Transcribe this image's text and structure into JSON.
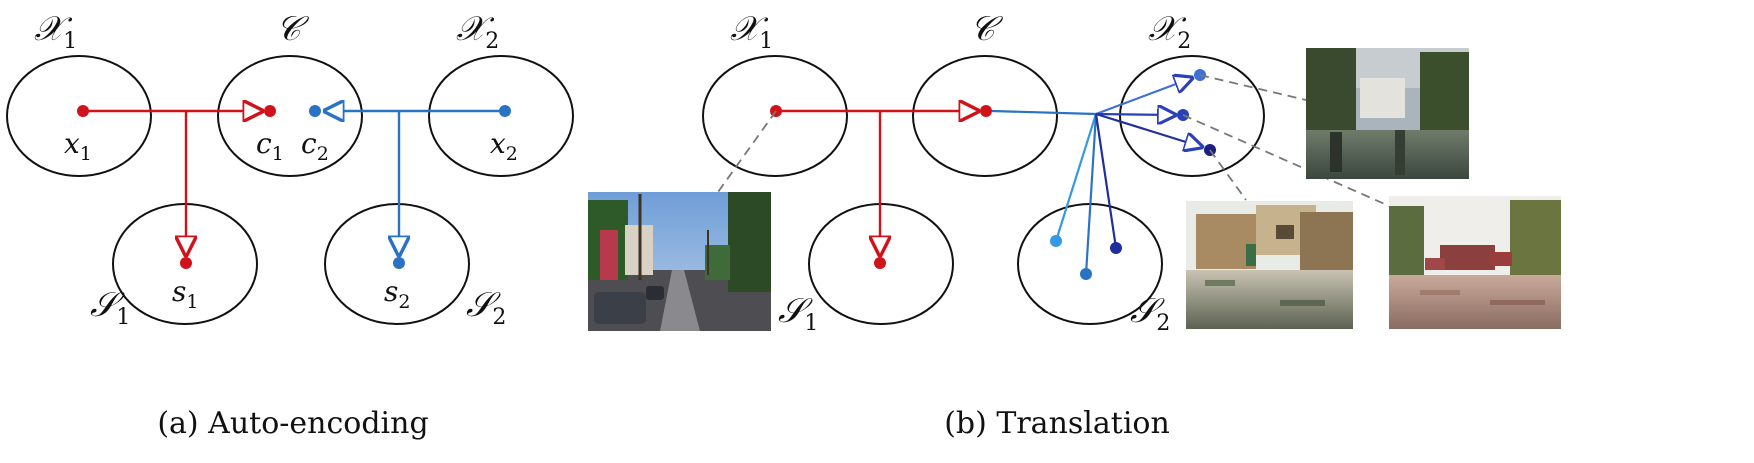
{
  "panel_a": {
    "set_labels": {
      "X1": "𝒳",
      "X1_sub": "1",
      "C": "𝒞",
      "X2": "𝒳",
      "X2_sub": "2",
      "S1": "𝒮",
      "S1_sub": "1",
      "S2": "𝒮",
      "S2_sub": "2"
    },
    "point_labels": {
      "x1": "x",
      "x1_sub": "1",
      "c1": "c",
      "c1_sub": "1",
      "c2": "c",
      "c2_sub": "2",
      "x2": "x",
      "x2_sub": "2",
      "s1": "s",
      "s1_sub": "1",
      "s2": "s",
      "s2_sub": "2"
    },
    "caption": "(a) Auto-encoding"
  },
  "panel_b": {
    "set_labels": {
      "X1": "𝒳",
      "X1_sub": "1",
      "C": "𝒞",
      "X2": "𝒳",
      "X2_sub": "2",
      "S1": "𝒮",
      "S1_sub": "1",
      "S2": "𝒮",
      "S2_sub": "2"
    },
    "caption": "(b) Translation"
  },
  "colors": {
    "red": "#d0121b",
    "blue_light": "#2d8fe0",
    "blue_mid": "#2a73c4",
    "blue_dark": "#1f2f9a",
    "navy": "#1a1f80"
  }
}
